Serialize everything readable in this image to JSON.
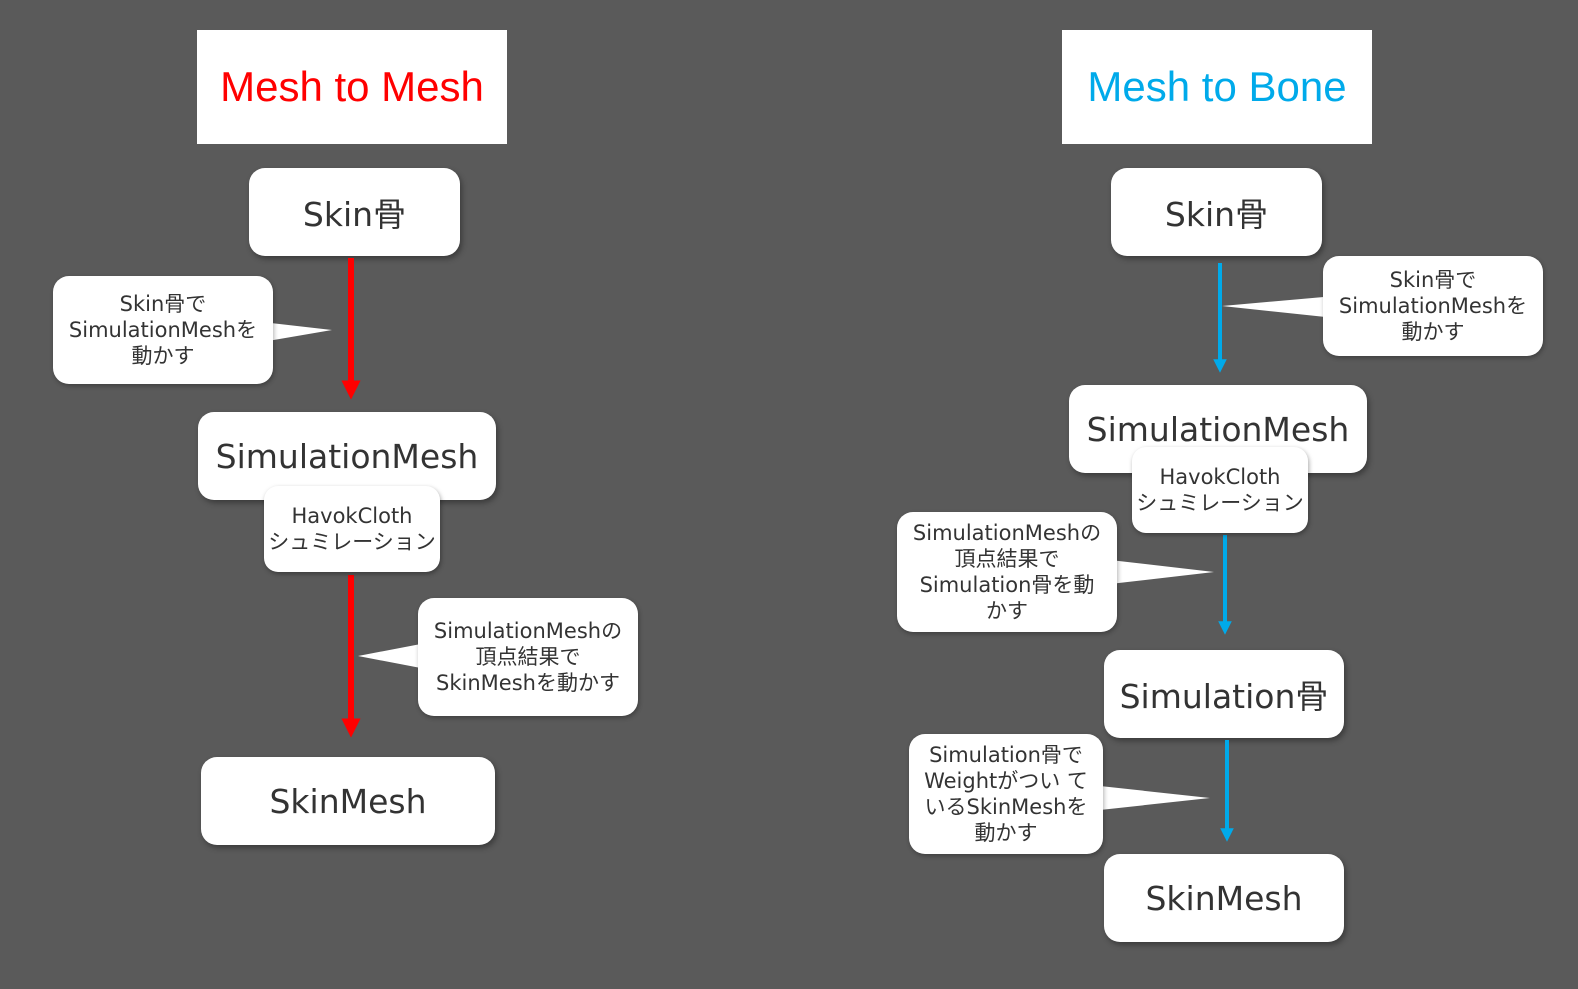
{
  "colors": {
    "background": "#5a5a5a",
    "left_accent": "#ff0000",
    "right_accent": "#00aaea",
    "box": "#ffffff",
    "text": "#333333"
  },
  "left": {
    "title": "Mesh to Mesh",
    "nodes": {
      "skin_bone": "Skin骨",
      "simulation_mesh": "SimulationMesh",
      "skin_mesh": "SkinMesh"
    },
    "havok": {
      "line1": "HavokCloth",
      "line2": "シュミレーション"
    },
    "callouts": [
      {
        "lines": [
          "Skin骨で",
          "SimulationMeshを",
          "動かす"
        ]
      },
      {
        "lines": [
          "SimulationMeshの",
          "頂点結果で",
          "SkinMeshを動かす"
        ]
      }
    ]
  },
  "right": {
    "title": "Mesh to Bone",
    "nodes": {
      "skin_bone": "Skin骨",
      "simulation_mesh": "SimulationMesh",
      "simulation_bone": "Simulation骨",
      "skin_mesh": "SkinMesh"
    },
    "havok": {
      "line1": "HavokCloth",
      "line2": "シュミレーション"
    },
    "callouts": [
      {
        "lines": [
          "Skin骨で",
          "SimulationMeshを",
          "動かす"
        ]
      },
      {
        "lines": [
          "SimulationMeshの",
          "頂点結果で",
          "Simulation骨を動",
          "かす"
        ]
      },
      {
        "lines": [
          "Simulation骨で",
          "Weightがつい て",
          "いるSkinMeshを",
          "動かす"
        ]
      }
    ]
  }
}
